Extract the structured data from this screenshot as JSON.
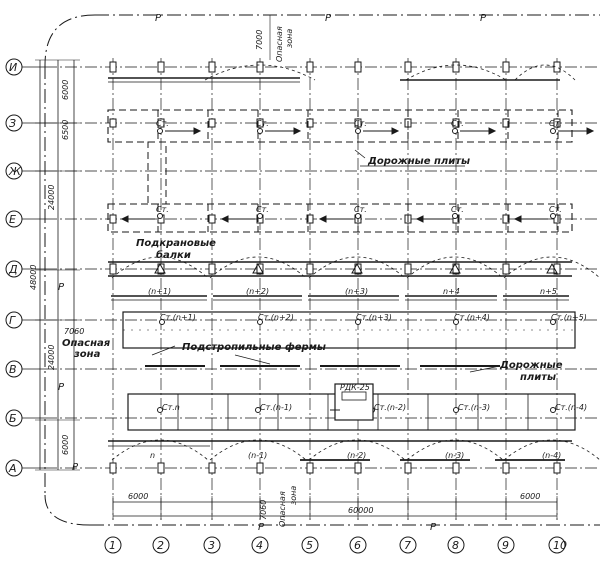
{
  "axes_vertical": [
    "1",
    "2",
    "3",
    "4",
    "5",
    "6",
    "7",
    "8",
    "9",
    "10"
  ],
  "axes_horizontal": [
    "И",
    "З",
    "Ж",
    "Е",
    "Д",
    "Г",
    "В",
    "Б",
    "А"
  ],
  "boundary_marker": "Р",
  "dims_left": [
    "6000",
    "6500",
    "24000",
    "48000",
    "24000",
    "6000"
  ],
  "dims_left_small": [
    "7060",
    "7000"
  ],
  "dims_bottom": {
    "span_left": "6000",
    "span_right": "6000",
    "total": "60000"
  },
  "dims_top_zone": "7000",
  "dims_bottom_zone": "7060",
  "labels": {
    "danger_zone_top": "Опасная зона",
    "danger_zone_left": "Опасная зона",
    "danger_zone_bottom": "Опасная зона",
    "road_slabs_top": "Дорожные плиты",
    "road_slabs_right": "Дорожные плиты",
    "crane_beams": "Подкрановые балки",
    "sub_trusses": "Подстропильные фермы",
    "rdk": "РДК-25"
  },
  "crane_stations_top": [
    "Ст.",
    "Ст.",
    "Ст.",
    "Ст.",
    "Ст."
  ],
  "crane_stations_e": [
    "Ст.",
    "Ст.",
    "Ст.",
    "Ст.",
    "Ст."
  ],
  "beam_marks_d": [
    "(n+1)",
    "(n+2)",
    "(n+3)",
    "n+4",
    "n+5"
  ],
  "stations_g": [
    "Ст.(n+1)",
    "Ст.(n+2)",
    "Ст.(n+3)",
    "Ст.(n+4)",
    "Ст.(n+5)"
  ],
  "stations_b": [
    "Ст.n",
    "Ст.(n-1)",
    "Ст.(n-2)",
    "Ст.(n-3)",
    "Ст.(n-4)"
  ],
  "beam_marks_a": [
    "n",
    "(n-1)",
    "(n-2)",
    "(n-3)",
    "(n-4)"
  ]
}
